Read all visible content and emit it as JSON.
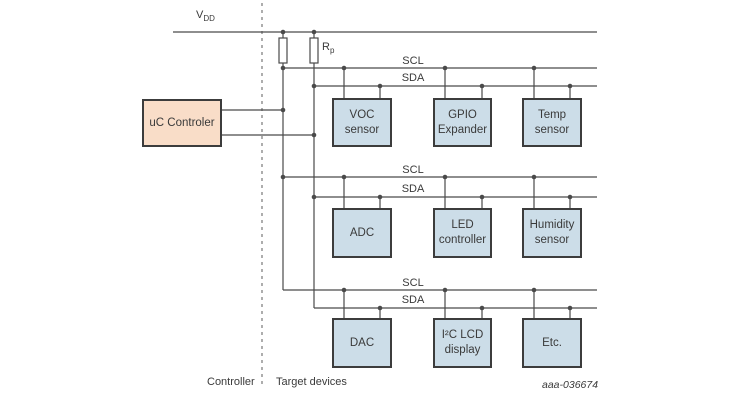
{
  "colors": {
    "line": "#4a4a4a",
    "device_fill": "#ccdde8",
    "device_border": "#3c3c3c",
    "controller_fill": "#f9ddc8",
    "controller_border": "#3c3c3c",
    "dashed_divider": "#999999",
    "text": "#3a3a3a",
    "background": "#ffffff"
  },
  "power": {
    "vdd_base": "V",
    "vdd_sub": "DD",
    "rp_base": "R",
    "rp_sub": "p"
  },
  "controller": {
    "label": "uC Controler"
  },
  "bus_rows": [
    {
      "scl_label": "SCL",
      "sda_label": "SDA",
      "devices": [
        "VOC\nsensor",
        "GPIO\nExpander",
        "Temp\nsensor"
      ]
    },
    {
      "scl_label": "SCL",
      "sda_label": "SDA",
      "devices": [
        "ADC",
        "LED\ncontroller",
        "Humidity\nsensor"
      ]
    },
    {
      "scl_label": "SCL",
      "sda_label": "SDA",
      "devices": [
        "DAC",
        "I²C LCD\ndisplay",
        "Etc."
      ]
    }
  ],
  "footer": {
    "controller_zone_label": "Controller",
    "target_zone_label": "Target devices",
    "reference": "aaa-036674"
  }
}
